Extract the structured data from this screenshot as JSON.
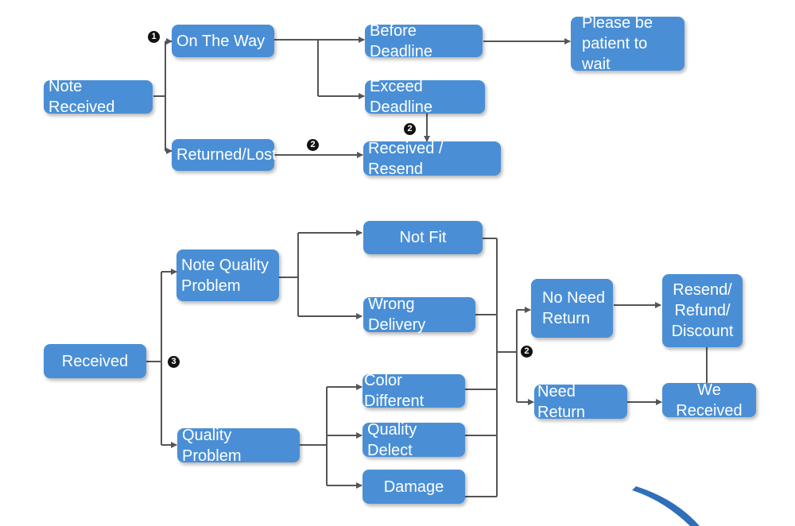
{
  "colors": {
    "node_fill": "#4a8fd6",
    "node_text": "#ffffff",
    "connector": "#555555",
    "marker": "#111111"
  },
  "markers": {
    "m1": "1",
    "m2": "2",
    "m3": "3"
  },
  "top_flow": {
    "note_received": "Note Received",
    "on_the_way": "On The Way",
    "returned_lost": "Returned/Lost",
    "before_deadline": "Before Deadline",
    "exceed_deadline": "Exceed Deadline",
    "received_resend": "Received / Resend",
    "please_be_patient": "Please be\npatient to wait"
  },
  "bottom_flow": {
    "received": "Received",
    "note_quality_problem": "Note Quality\nProblem",
    "quality_problem": "Quality Problem",
    "not_fit": "Not Fit",
    "wrong_delivery": "Wrong Delivery",
    "color_different": "Color Different",
    "quality_delect": "Quality Delect",
    "damage": "Damage",
    "no_need_return": "No Need\nReturn",
    "need_return": "Need Return",
    "resend_refund_discount": "Resend/\nRefund/\nDiscount",
    "we_received": "We Received"
  }
}
